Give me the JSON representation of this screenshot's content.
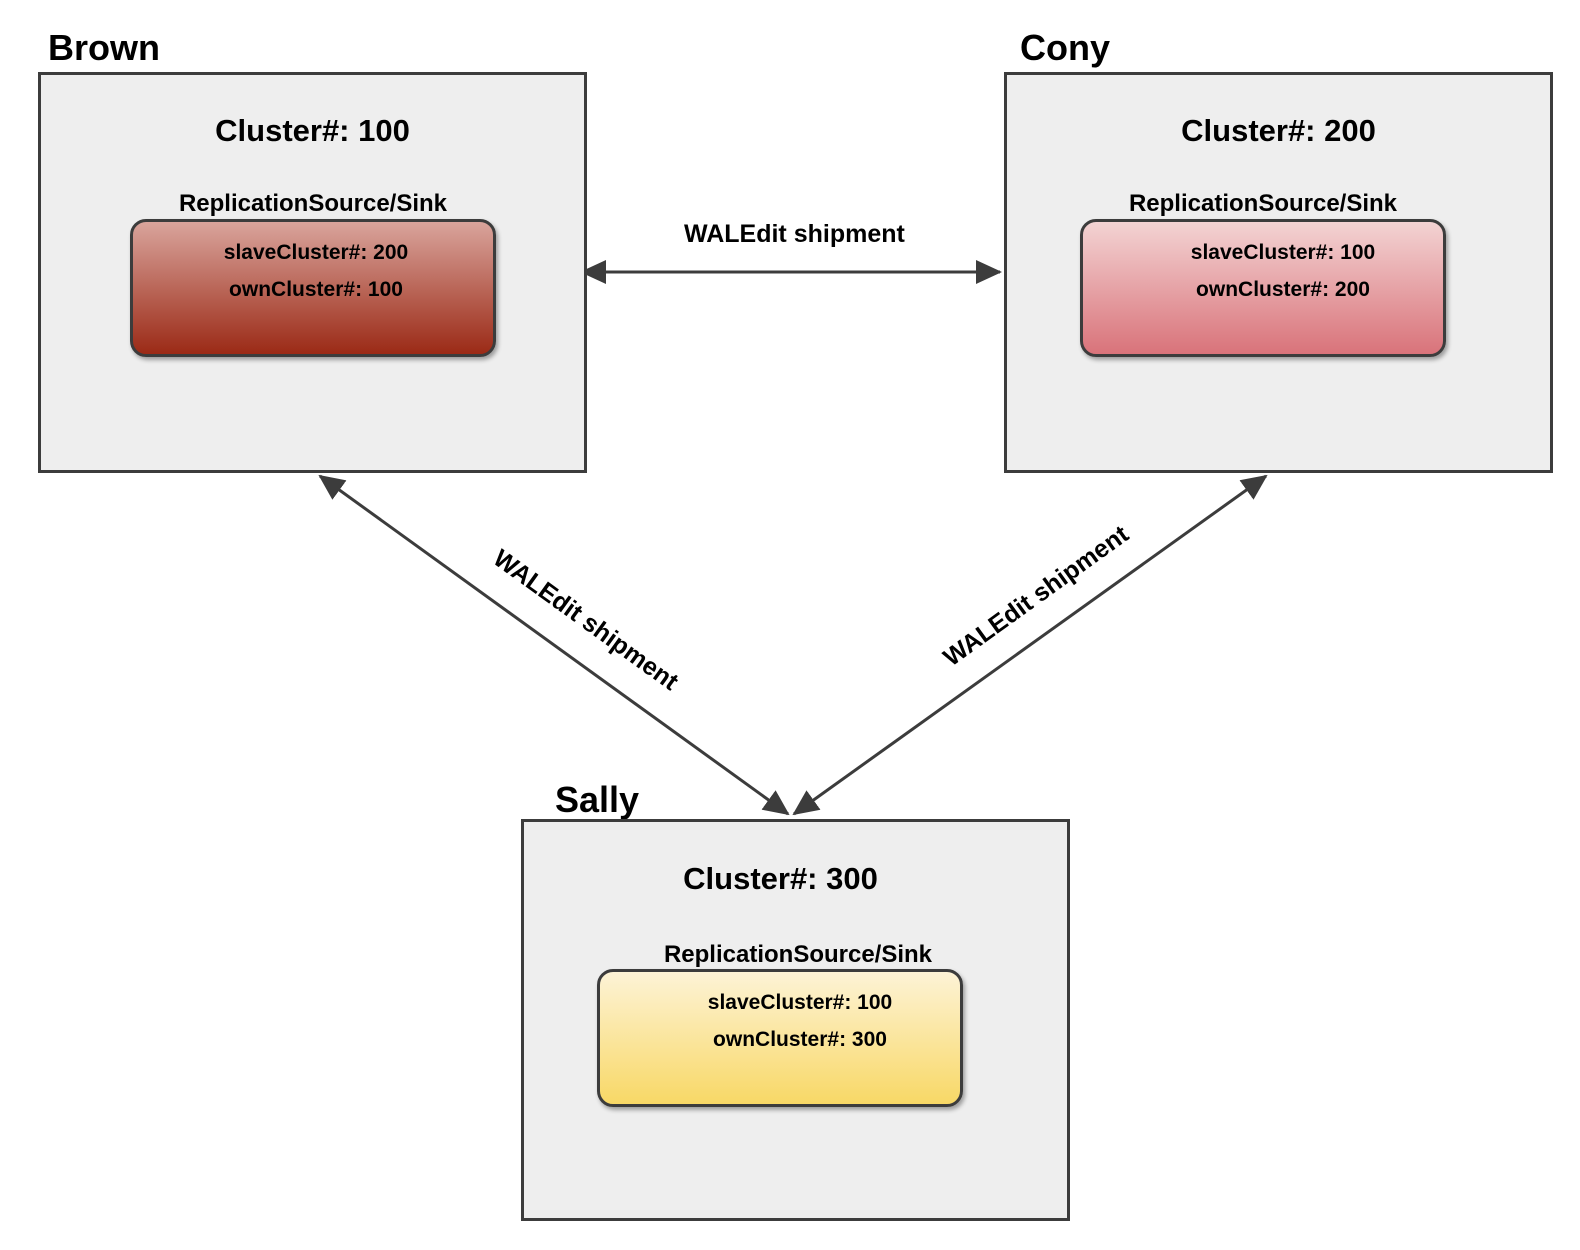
{
  "clusters": {
    "brown": {
      "site_name": "Brown",
      "cluster_title": "Cluster#: 100",
      "repl_label": "ReplicationSource/Sink",
      "slave_line": "slaveCluster#: 200",
      "own_line": "ownCluster#: 100",
      "gradient": [
        "#d9a49c",
        "#9b2a16"
      ]
    },
    "cony": {
      "site_name": "Cony",
      "cluster_title": "Cluster#: 200",
      "repl_label": "ReplicationSource/Sink",
      "slave_line": "slaveCluster#: 100",
      "own_line": "ownCluster#: 200",
      "gradient": [
        "#f3d3d3",
        "#d9737a"
      ]
    },
    "sally": {
      "site_name": "Sally",
      "cluster_title": "Cluster#: 300",
      "repl_label": "ReplicationSource/Sink",
      "slave_line": "slaveCluster#: 100",
      "own_line": "ownCluster#: 300",
      "gradient": [
        "#fdf3d6",
        "#f8d866"
      ]
    }
  },
  "edges": {
    "brown_cony": "WALEdit shipment",
    "brown_sally": "WALEdit shipment",
    "cony_sally": "WALEdit shipment"
  },
  "colors": {
    "box_fill": "#eeeeee",
    "stroke": "#3c3c3c"
  }
}
